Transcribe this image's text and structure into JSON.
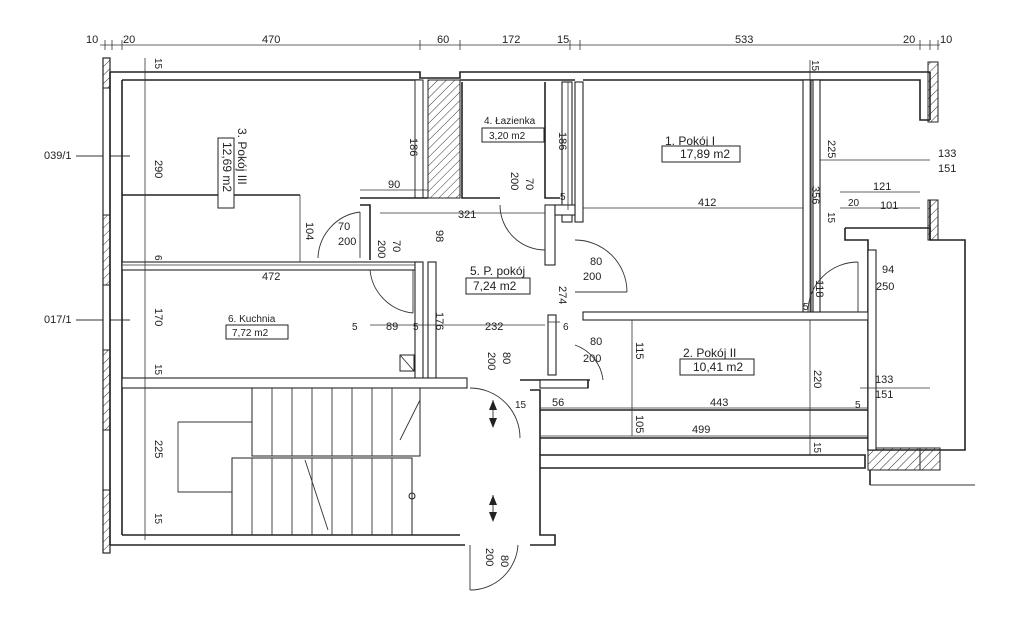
{
  "top_dimensions": [
    "10",
    "20",
    "470",
    "60",
    "172",
    "15",
    "533",
    "20",
    "10"
  ],
  "left_labels": [
    "039/1",
    "017/1"
  ],
  "rooms": {
    "pokoj1": {
      "name": "1. Pokój I",
      "area": "17,89 m2"
    },
    "pokoj2": {
      "name": "2. Pokój II",
      "area": "10,41 m2"
    },
    "pokoj3": {
      "name": "3. Pokój III",
      "area": "12,69 m2"
    },
    "lazienka": {
      "name": "4. Łazienka",
      "area": "3,20 m2"
    },
    "ppokoj": {
      "name": "5. P. pokój",
      "area": "7,24 m2"
    },
    "kuchnia": {
      "name": "6. Kuchnia",
      "area": "7,72 m2"
    }
  },
  "dims": {
    "d15a": "15",
    "d290": "290",
    "d6a": "6",
    "d170": "170",
    "d15b": "15",
    "d225a": "225",
    "d15c": "15",
    "d186a": "186",
    "d90": "90",
    "d104": "104",
    "d70a": "70",
    "d200a": "200",
    "d200b": "200",
    "d70b": "70",
    "d98": "98",
    "d321": "321",
    "d472": "472",
    "d186b": "186",
    "d70c": "70",
    "d200c": "200",
    "d5a": "5",
    "d15d": "15",
    "d225b": "225",
    "d356": "356",
    "d15e": "15",
    "d121": "121",
    "d20": "20",
    "d101": "101",
    "d412": "412",
    "d133a": "133",
    "d151a": "151",
    "d80a": "80",
    "d200d": "200",
    "d274": "274",
    "d94": "94",
    "d250": "250",
    "d118": "118",
    "d5b": "5",
    "d5c": "5",
    "d89": "89",
    "d5d": "5",
    "d176": "176",
    "d232": "232",
    "d6b": "6",
    "d80b": "80",
    "d200e": "200",
    "d115": "115",
    "d220": "220",
    "d133b": "133",
    "d151b": "151",
    "d80c": "80",
    "d200f": "200",
    "d15f": "15",
    "d56": "56",
    "d443": "443",
    "d5e": "5",
    "d105": "105",
    "d499": "499",
    "d15g": "15",
    "d200g": "200",
    "d80d": "80"
  }
}
